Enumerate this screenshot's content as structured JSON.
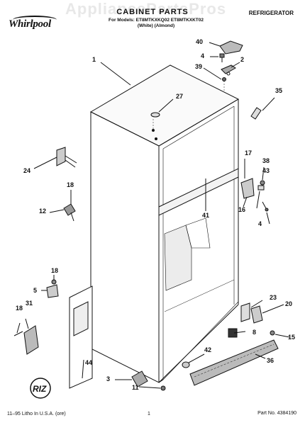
{
  "header": {
    "brand": "Whirlpool",
    "watermark": "AppliancePartsPros",
    "title": "CABINET PARTS",
    "subtitle": "For Models: ET8MTKXKQ02  ET8MTKXKT02",
    "subtitle_line2": "(White)     (Almond)",
    "category": "REFRIGERATOR"
  },
  "callouts": [
    "40",
    "4",
    "2",
    "39",
    "1",
    "35",
    "27",
    "17",
    "38",
    "43",
    "24",
    "18",
    "12",
    "41",
    "16",
    "4",
    "18",
    "5",
    "31",
    "18",
    "23",
    "20",
    "8",
    "15",
    "42",
    "36",
    "44",
    "3",
    "11"
  ],
  "footer": {
    "litho": "11–95 Litho In U.S.A. (ore)",
    "page": "1",
    "part_no": "Part No. 4384190"
  }
}
